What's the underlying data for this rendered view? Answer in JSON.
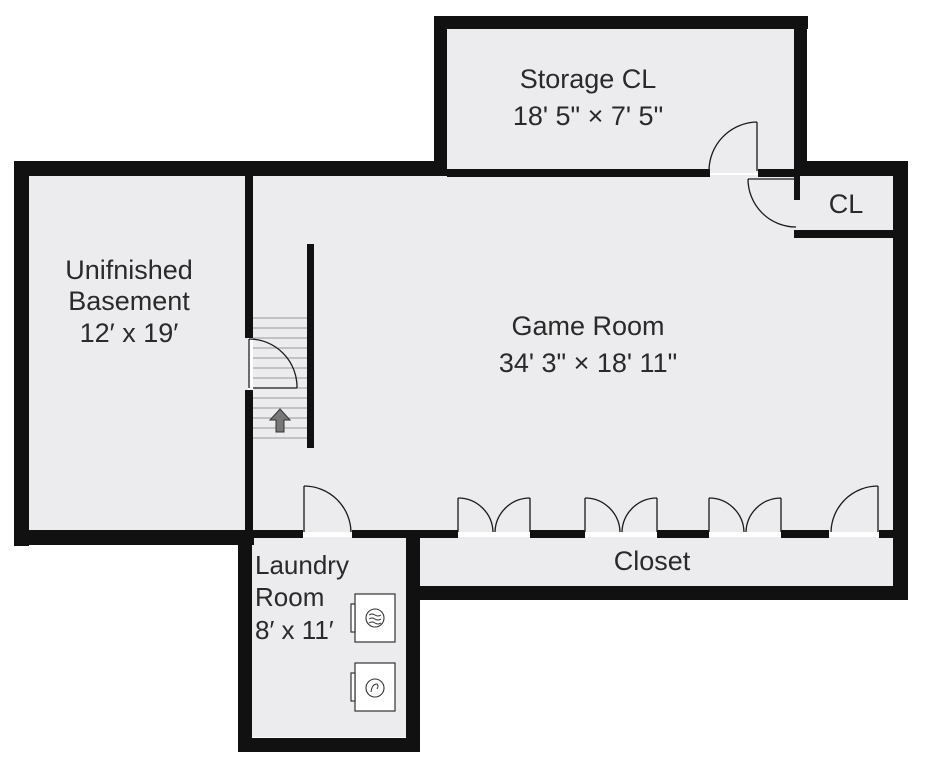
{
  "floor_plan": {
    "rooms": {
      "storage_closet": {
        "name": "Storage CL",
        "dimensions": "18' 5\" × 7' 5\""
      },
      "closet_small": {
        "name": "CL"
      },
      "unfinished_basement": {
        "line1": "Unifnished",
        "line2": "Basement",
        "dimensions": "12′ x 19′"
      },
      "game_room": {
        "name": "Game Room",
        "dimensions": "34' 3\" × 18' 11\""
      },
      "closet_long": {
        "name": "Closet"
      },
      "laundry_room": {
        "line1": "Laundry",
        "line2": "Room",
        "dimensions": "8′ x 11′"
      }
    },
    "fixtures": [
      "washer-icon",
      "dryer-icon",
      "stairs-up-arrow-icon"
    ],
    "colors": {
      "floor": "#ececef",
      "wall": "#111111",
      "text": "#2a2a2a"
    }
  }
}
